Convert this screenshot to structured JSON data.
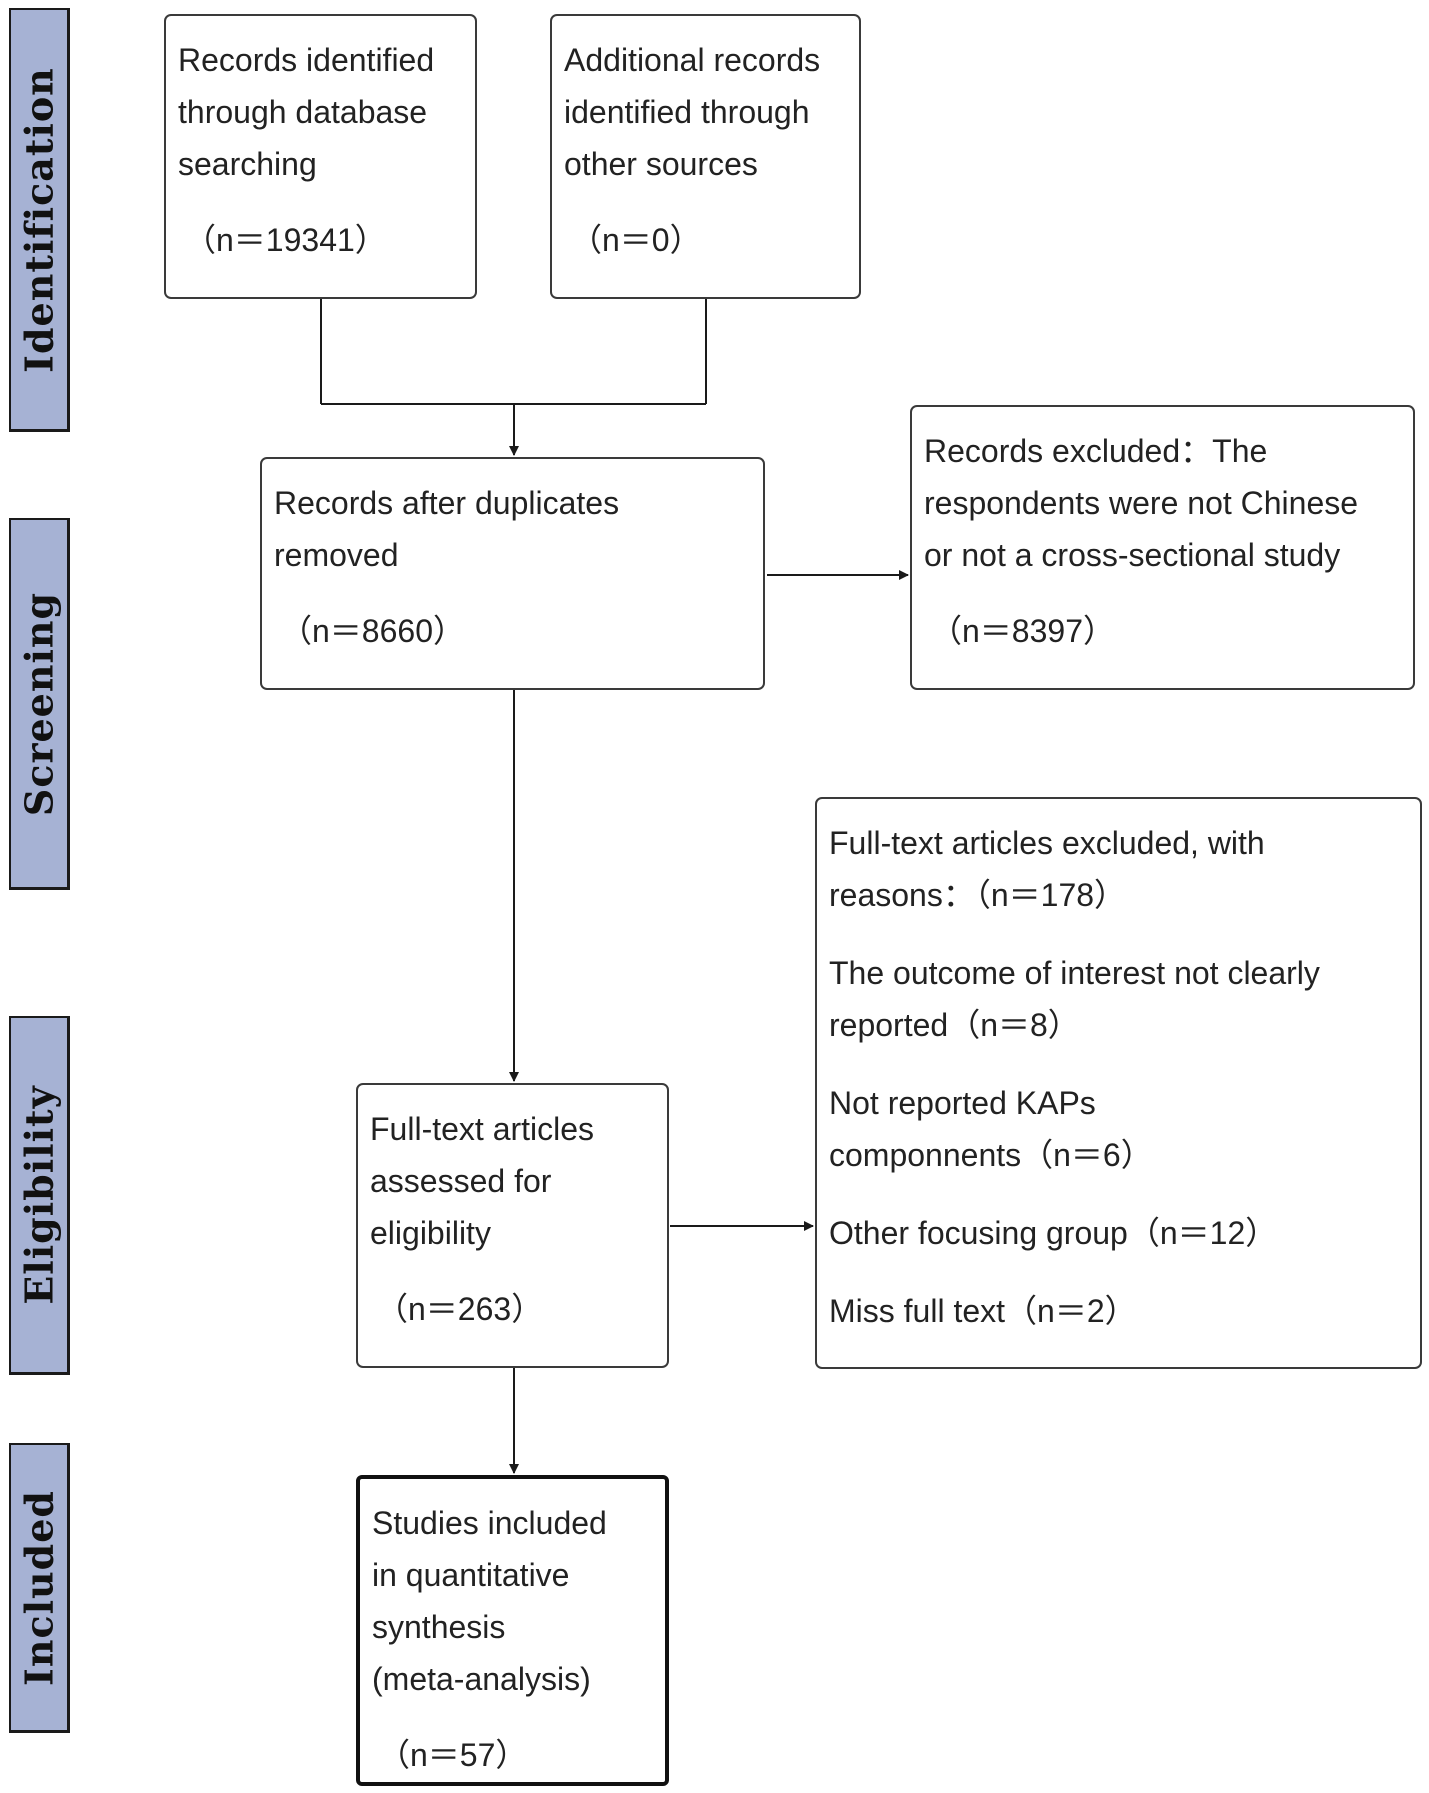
{
  "phases": {
    "identification": "Identification",
    "screening": "Screening",
    "eligibility": "Eligibility",
    "included": "Included"
  },
  "boxes": {
    "database": {
      "lines": [
        "Records identified",
        "through database",
        "searching"
      ],
      "count": "（n＝19341）"
    },
    "other_sources": {
      "lines": [
        "Additional records",
        "identified through",
        "other sources"
      ],
      "count": "（n＝0）"
    },
    "after_duplicates": {
      "lines": [
        "Records after duplicates",
        "removed"
      ],
      "count": "（n＝8660）"
    },
    "records_excluded": {
      "lines": [
        "Records excluded：The",
        "respondents were not Chinese",
        "or not a cross-sectional study"
      ],
      "count": "（n＝8397）"
    },
    "full_text_assessed": {
      "lines": [
        "Full-text articles",
        "assessed for",
        "eligibility"
      ],
      "count": "（n＝263）"
    },
    "full_text_excluded": {
      "header": [
        "Full-text articles excluded, with",
        "reasons：（n＝178）"
      ],
      "reason1": [
        "The outcome of interest not clearly",
        "reported（n＝8）"
      ],
      "reason2": [
        "Not reported KAPs",
        "componnents（n＝6）"
      ],
      "reason3": "Other focusing group（n＝12）",
      "reason4": "Miss full text（n＝2）"
    },
    "included_studies": {
      "lines": [
        "Studies included",
        "in quantitative",
        "synthesis",
        "(meta-analysis)"
      ],
      "count": "（n＝57）"
    }
  },
  "colors": {
    "phase_fill": "#a6b2d4",
    "border": "#3a3a3a",
    "text": "#222222"
  }
}
